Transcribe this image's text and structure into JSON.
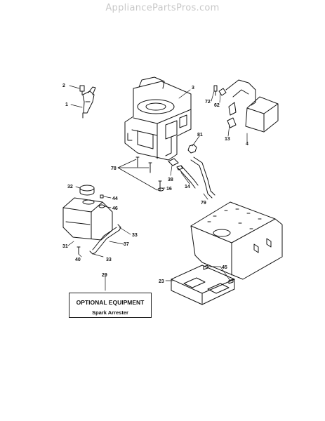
{
  "header": {
    "watermark": "AppliancePartsPros.com"
  },
  "callouts": [
    "2",
    "1",
    "3",
    "72",
    "62",
    "81",
    "13",
    "4",
    "78",
    "38",
    "16",
    "14",
    "79",
    "32",
    "44",
    "46",
    "33",
    "31",
    "37",
    "40",
    "33",
    "29",
    "45",
    "23"
  ],
  "optional_box": {
    "title": "OPTIONAL EQUIPMENT",
    "subtitle": "Spark Arrester"
  },
  "colors": {
    "line": "#111111",
    "watermark": "#c8c8c8"
  }
}
